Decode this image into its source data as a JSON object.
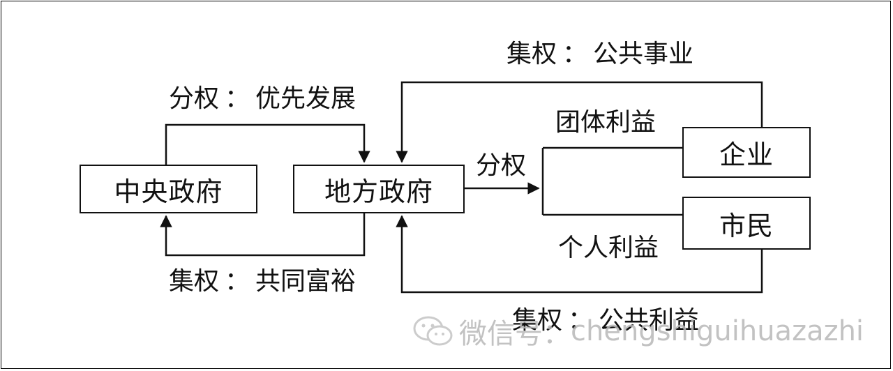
{
  "nodes": {
    "central": "中央政府",
    "local": "地方政府",
    "enterprise": "企业",
    "citizen": "市民"
  },
  "edges": {
    "decentralize_priority": {
      "left": "分权",
      "sep": "：",
      "right": "优先发展"
    },
    "centralize_prosperity": {
      "left": "集权",
      "sep": "：",
      "right": "共同富裕"
    },
    "centralize_public_affairs": {
      "left": "集权",
      "sep": "：",
      "right": "公共事业"
    },
    "centralize_public_interest": {
      "left": "集权",
      "sep": "：",
      "right": "公共利益"
    },
    "decentralize": "分权"
  },
  "branches": {
    "group_interest": "团体利益",
    "individual_interest": "个人利益"
  },
  "watermark": {
    "prefix": "微信号",
    "handle": "chengshiguihuazazhi",
    "icon": "wechat-icon"
  }
}
